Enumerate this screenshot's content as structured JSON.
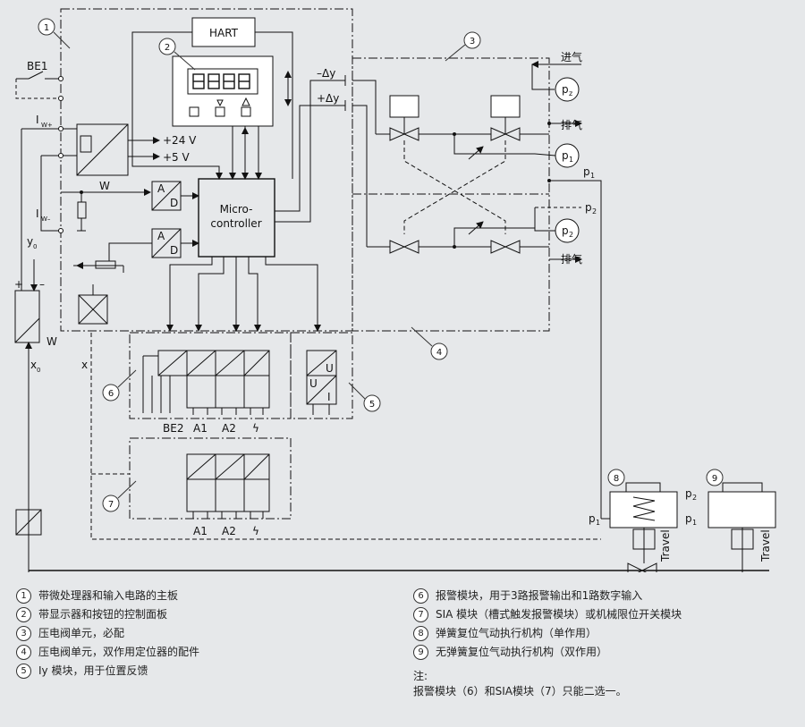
{
  "callouts": [
    "1",
    "2",
    "3",
    "4",
    "5",
    "6",
    "7",
    "8",
    "9"
  ],
  "labels": {
    "hart": "HART",
    "be1": "BE1",
    "iw_plus": "I",
    "iw_plus_sub": "W+",
    "iw_minus": "I",
    "iw_minus_sub": "W–",
    "y0": "y",
    "y0_sub": "0",
    "x0": "x",
    "x0_sub": "0",
    "w": "W",
    "w2": "W",
    "plus": "+",
    "minus": "–",
    "x": "x",
    "v24": "+24 V",
    "v5": "+5 V",
    "ad": "A",
    "ad2": "D",
    "micro1": "Micro-",
    "micro2": "controller",
    "dy_minus": "–Δy",
    "dy_plus": "+Δy",
    "inlet": "进气",
    "exhaust1": "排气",
    "exhaust2": "排气",
    "pz": "p",
    "pz_sub": "z",
    "p1": "p",
    "p1_sub": "1",
    "p2": "p",
    "p2_sub": "2",
    "be2": "BE2",
    "a1": "A1",
    "a2": "A2",
    "digital": "ϟ",
    "u": "U",
    "i": "I",
    "travel": "Travel"
  },
  "legend_left": [
    {
      "num": "1",
      "text": "带微处理器和输入电路的主板"
    },
    {
      "num": "2",
      "text": "带显示器和按钮的控制面板"
    },
    {
      "num": "3",
      "text": "压电阀单元，必配"
    },
    {
      "num": "4",
      "text": "压电阀单元，双作用定位器的配件"
    },
    {
      "num": "5",
      "text": "Iy 模块，用于位置反馈"
    }
  ],
  "legend_right": [
    {
      "num": "6",
      "text": "报警模块，用于3路报警输出和1路数字输入"
    },
    {
      "num": "7",
      "text": "SIA 模块（槽式触发报警模块）或机械限位开关模块"
    },
    {
      "num": "8",
      "text": "弹簧复位气动执行机构（单作用）"
    },
    {
      "num": "9",
      "text": "无弹簧复位气动执行机构（双作用）"
    }
  ],
  "note": {
    "title": "注:",
    "text": "报警模块（6）和SIA模块（7）只能二选一。"
  }
}
